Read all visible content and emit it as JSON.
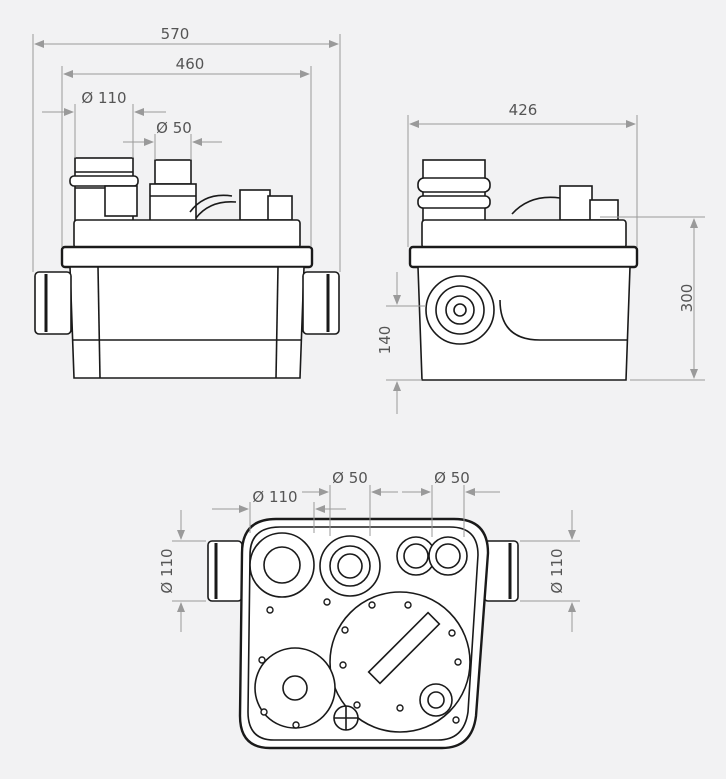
{
  "front_view": {
    "width_total": "570",
    "width_body": "460",
    "inlet_large": "Ø 110",
    "inlet_small": "Ø 50"
  },
  "side_view": {
    "depth": "426",
    "height": "300",
    "inlet_height": "140"
  },
  "top_view": {
    "inlet_large": "Ø 110",
    "inlet_mid": "Ø 50",
    "inlet_right": "Ø 50",
    "side_left": "Ø 110",
    "side_right": "Ø 110"
  },
  "colors": {
    "background": "#f2f2f3",
    "line": "#1a1a1a",
    "dimension": "#9a9a9a",
    "label": "#555555"
  }
}
